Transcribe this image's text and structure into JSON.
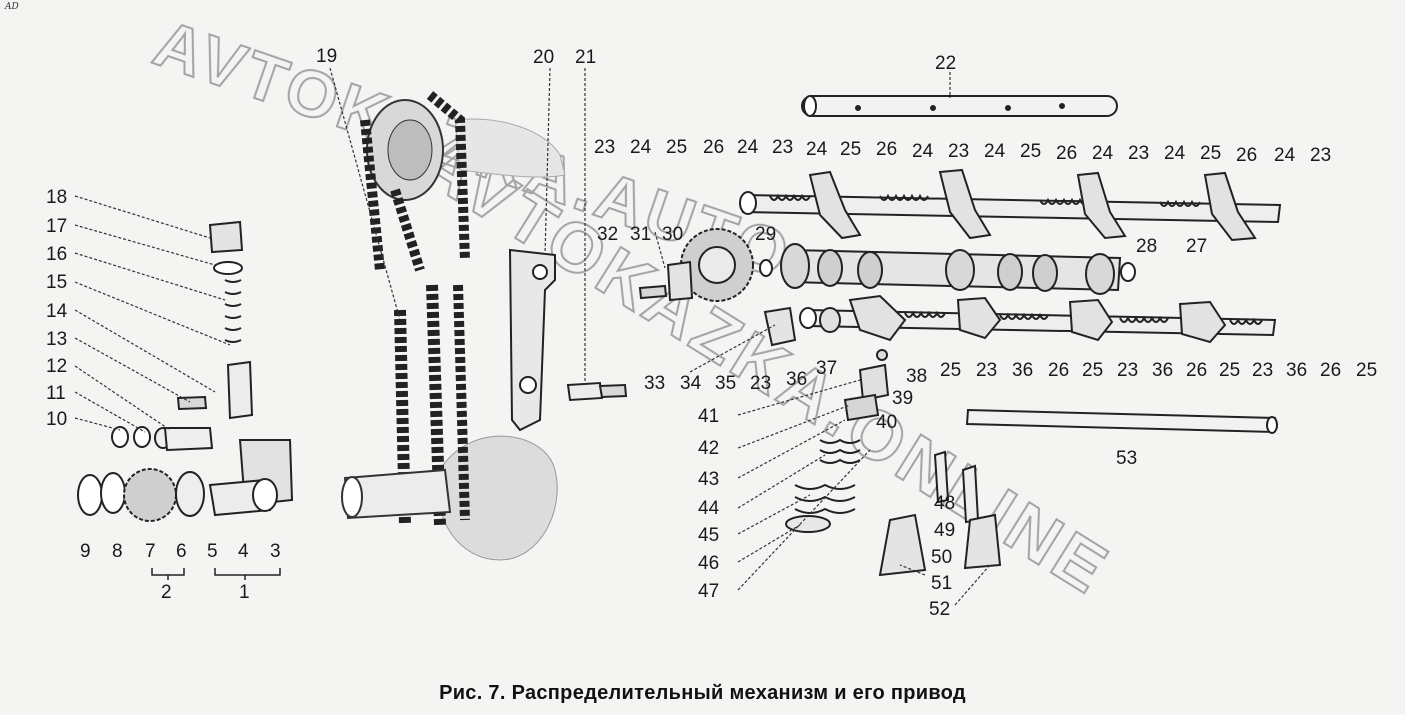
{
  "corner_mark": "AD",
  "caption": "Рис. 7. Распределительный механизм и его привод",
  "watermark": {
    "line1": "AVTOKAZKA.AUTO",
    "line2": "AVTOKAZKA.ONLINE"
  },
  "labels": {
    "n1": "1",
    "n2": "2",
    "n3": "3",
    "n4": "4",
    "n5": "5",
    "n6": "6",
    "n7": "7",
    "n8": "8",
    "n9": "9",
    "n10": "10",
    "n11": "11",
    "n12": "12",
    "n13": "13",
    "n14": "14",
    "n15": "15",
    "n16": "16",
    "n17": "17",
    "n18": "18",
    "n19": "19",
    "n20": "20",
    "n21": "21",
    "n22": "22",
    "n23": "23",
    "n24": "24",
    "n25": "25",
    "n26": "26",
    "n27": "27",
    "n28": "28",
    "n29": "29",
    "n30": "30",
    "n31": "31",
    "n32": "32",
    "n33": "33",
    "n34": "34",
    "n35": "35",
    "n36": "36",
    "n37": "37",
    "n38": "38",
    "n39": "39",
    "n40": "40",
    "n41": "41",
    "n42": "42",
    "n43": "43",
    "n44": "44",
    "n45": "45",
    "n46": "46",
    "n47": "47",
    "n48": "48",
    "n49": "49",
    "n50": "50",
    "n51": "51",
    "n52": "52",
    "n53": "53"
  }
}
